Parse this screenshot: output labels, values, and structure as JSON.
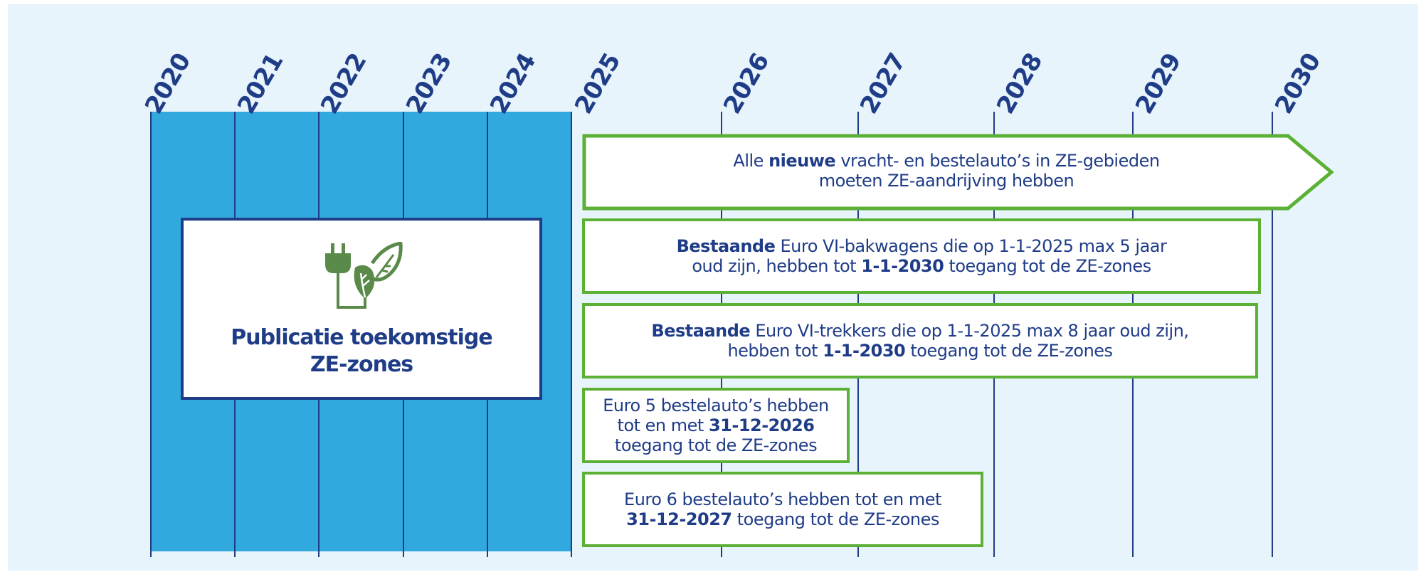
{
  "years": [
    "2020",
    "2021",
    "2022",
    "2023",
    "2024",
    "2025",
    "2026",
    "2027",
    "2028",
    "2029",
    "2030"
  ],
  "publication": {
    "icon": "plug-leaves-icon",
    "title_line1": "Publicatie toekomstige",
    "title_line2": "ZE-zones"
  },
  "rules": {
    "new_vehicles": {
      "pre": "Alle ",
      "bold": "nieuwe",
      "post": " vracht- en bestelauto’s in ZE-gebieden",
      "line2": "moeten ZE-aandrijving hebben"
    },
    "bakwagens": {
      "bold1": "Bestaande",
      "line1_rest": " Euro VI-bakwagens die op 1-1-2025 max 5 jaar",
      "line2_pre": "oud zijn, hebben tot ",
      "bold2": "1-1-2030",
      "line2_post": " toegang tot de ZE-zones"
    },
    "trekkers": {
      "bold1": "Bestaande",
      "line1_rest": " Euro VI-trekkers die op 1-1-2025 max 8 jaar oud zijn,",
      "line2_pre": "hebben tot ",
      "bold2": "1-1-2030",
      "line2_post": " toegang tot de ZE-zones"
    },
    "euro5": {
      "line1": "Euro 5 bestelauto’s hebben",
      "line2_pre": "tot en met ",
      "bold": "31-12-2026",
      "line3": "toegang tot de ZE-zones"
    },
    "euro6": {
      "line1": "Euro 6 bestelauto’s hebben tot en met",
      "bold": "31-12-2027",
      "line2_post": " toegang tot de ZE-zones"
    }
  },
  "colors": {
    "background": "#e8f4fb",
    "navy": "#1f3c87",
    "band_blue": "#31a8de",
    "green": "#5cb035",
    "icon_green": "#5a8a4a"
  }
}
